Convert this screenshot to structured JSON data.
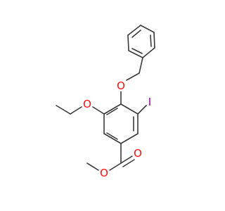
{
  "colors": {
    "bond": "#3a3a3a",
    "oxygen": "#ff0d0d",
    "iodine": "#940094",
    "background": "#ffffff"
  },
  "atom_labels": {
    "o_benzyloxy": "O",
    "o_ethoxy": "O",
    "iodine": "I",
    "o_carbonyl": "O",
    "o_ester": "O"
  }
}
